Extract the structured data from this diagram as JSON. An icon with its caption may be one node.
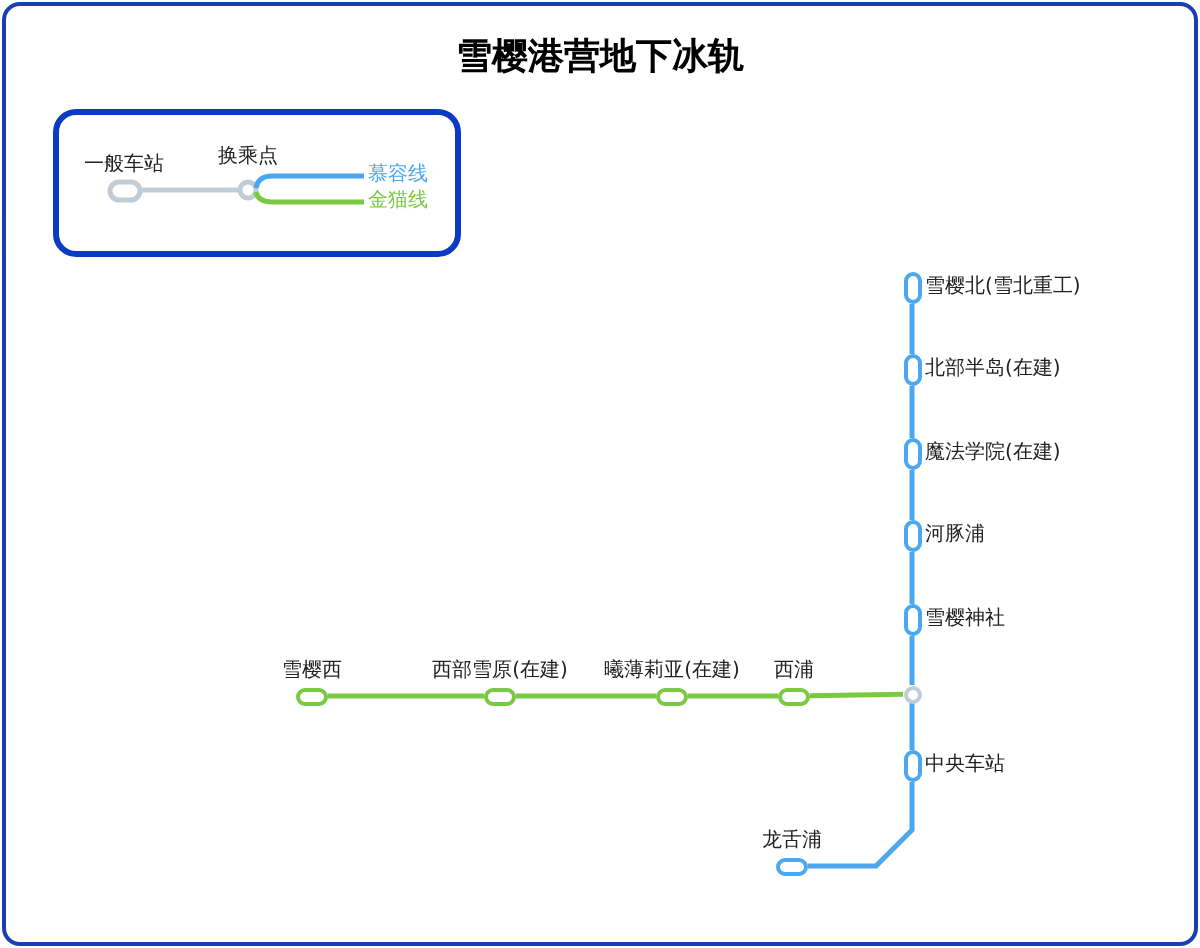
{
  "diagram": {
    "title": "雪樱港营地下冰轨",
    "nodes": [
      {
        "text": [
          "雪樱北(雪北重工)"
        ]
      },
      {
        "text": [
          "北部半岛(在建)"
        ]
      },
      {
        "text": [
          "魔法学院(在建)"
        ]
      },
      {
        "text": [
          "河豚浦"
        ]
      },
      {
        "text": [
          "雪樱神社"
        ]
      },
      {
        "text": [
          "雪樱西"
        ]
      },
      {
        "text": [
          "西部雪原(在建)"
        ]
      },
      {
        "text": [
          "曦薄莉亚(在建)"
        ]
      },
      {
        "text": [
          "西浦"
        ]
      },
      {
        "text": [],
        "shape": "circle"
      },
      {
        "text": [
          "中央车站"
        ]
      },
      {
        "text": [
          "龙舌浦"
        ]
      }
    ],
    "edges": [
      {
        "from": 0,
        "to": 1,
        "arrow": "none"
      },
      {
        "from": 1,
        "to": 2,
        "arrow": "none"
      },
      {
        "from": 2,
        "to": 3,
        "arrow": "none"
      },
      {
        "from": 3,
        "to": 4,
        "arrow": "none"
      },
      {
        "from": 4,
        "to": 9,
        "arrow": "none"
      },
      {
        "from": 9,
        "to": 10,
        "arrow": "none"
      },
      {
        "from": 10,
        "to": 11,
        "arrow": "none"
      },
      {
        "from": 5,
        "to": 6,
        "arrow": "none",
        "color": "#7ac943"
      },
      {
        "from": 6,
        "to": 7,
        "arrow": "none",
        "color": "#7ac943"
      },
      {
        "from": 7,
        "to": 8,
        "arrow": "none",
        "color": "#7ac943"
      },
      {
        "from": 8,
        "to": 9,
        "arrow": "none",
        "color": "#7ac943"
      }
    ],
    "legend": [
      {
        "text": "一般车站"
      },
      {
        "text": "换乘点"
      },
      {
        "text": "慕容线",
        "color": "#4aa8f0"
      },
      {
        "text": "金猫线",
        "color": "#7ac943"
      }
    ]
  }
}
